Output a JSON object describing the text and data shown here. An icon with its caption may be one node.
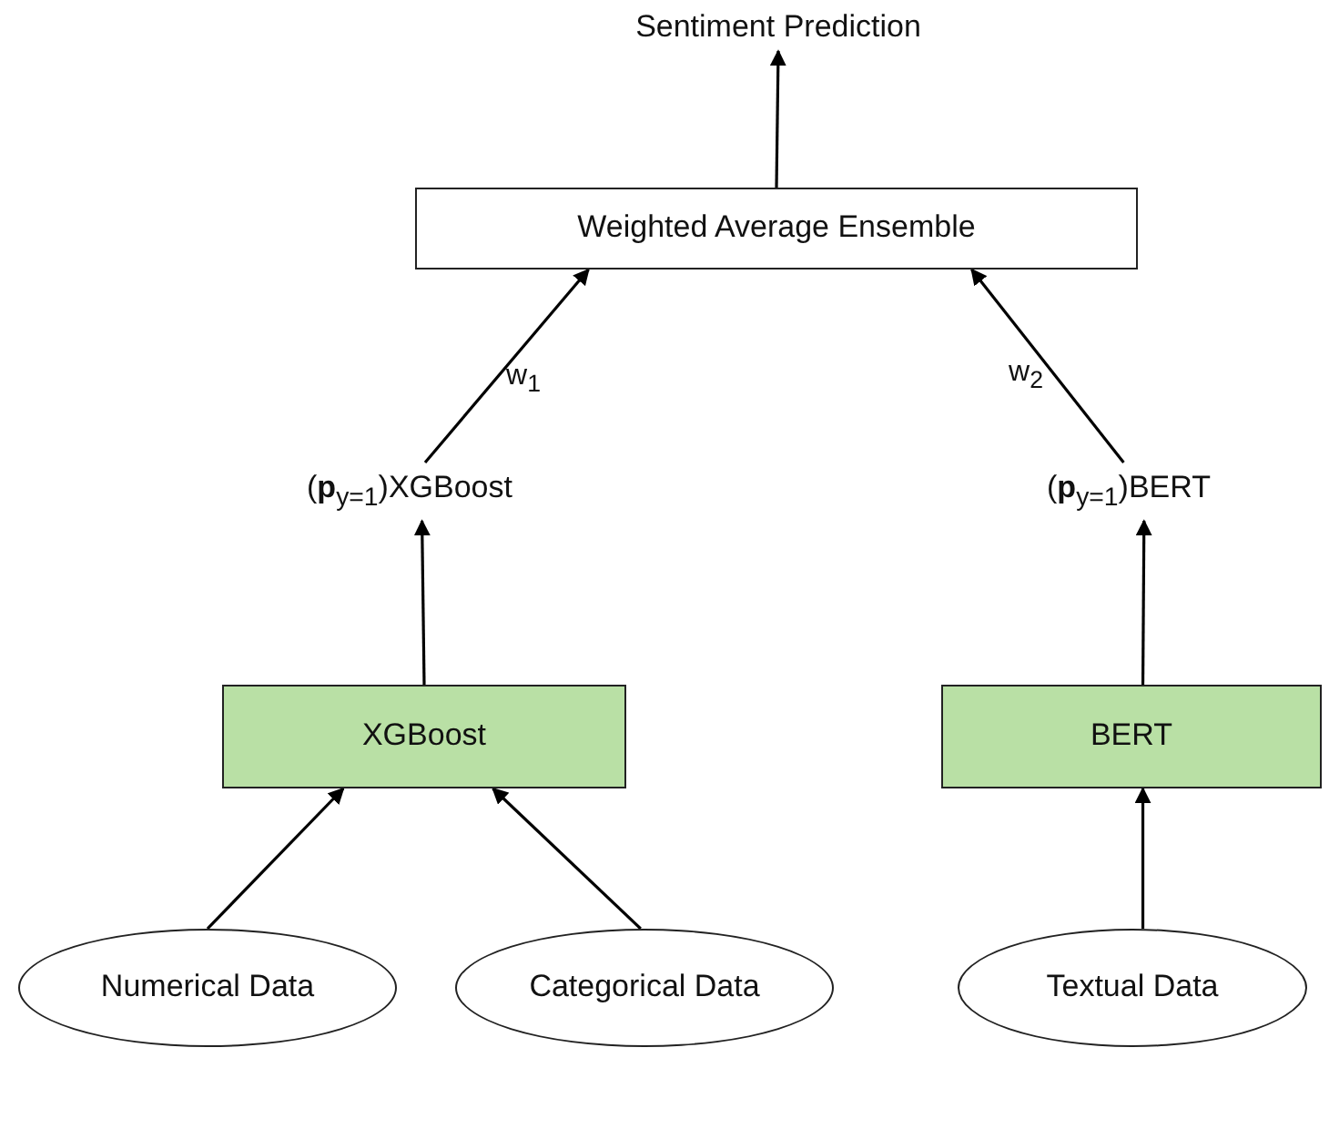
{
  "diagram": {
    "nodes": [
      {
        "text": [
          "Sentiment Prediction"
        ]
      },
      {
        "text": [
          "Weighted Average Ensemble"
        ]
      },
      {
        "text": [
          "(**p**$_{y=1}$)XGBoost"
        ]
      },
      {
        "text": [
          "(**p**$_{y=1}$)BERT"
        ]
      },
      {
        "text": [
          "XGBoost"
        ]
      },
      {
        "text": [
          "BERT"
        ]
      },
      {
        "text": [
          "Numerical Data"
        ]
      },
      {
        "text": [
          "Categorical Data"
        ]
      },
      {
        "text": [
          "Textual Data"
        ]
      }
    ],
    "edges": [
      {
        "from": 6,
        "to": 4,
        "arrow": "to"
      },
      {
        "from": 7,
        "to": 4,
        "arrow": "to"
      },
      {
        "from": 8,
        "to": 5,
        "arrow": "to"
      },
      {
        "from": 4,
        "to": 2,
        "arrow": "to"
      },
      {
        "from": 5,
        "to": 3,
        "arrow": "to"
      },
      {
        "from": 2,
        "to": 1,
        "arrow": "to",
        "label": "w$_{1}$"
      },
      {
        "from": 3,
        "to": 1,
        "arrow": "to",
        "label": "w$_{2}$"
      },
      {
        "from": 1,
        "to": 0,
        "arrow": "to"
      }
    ]
  }
}
